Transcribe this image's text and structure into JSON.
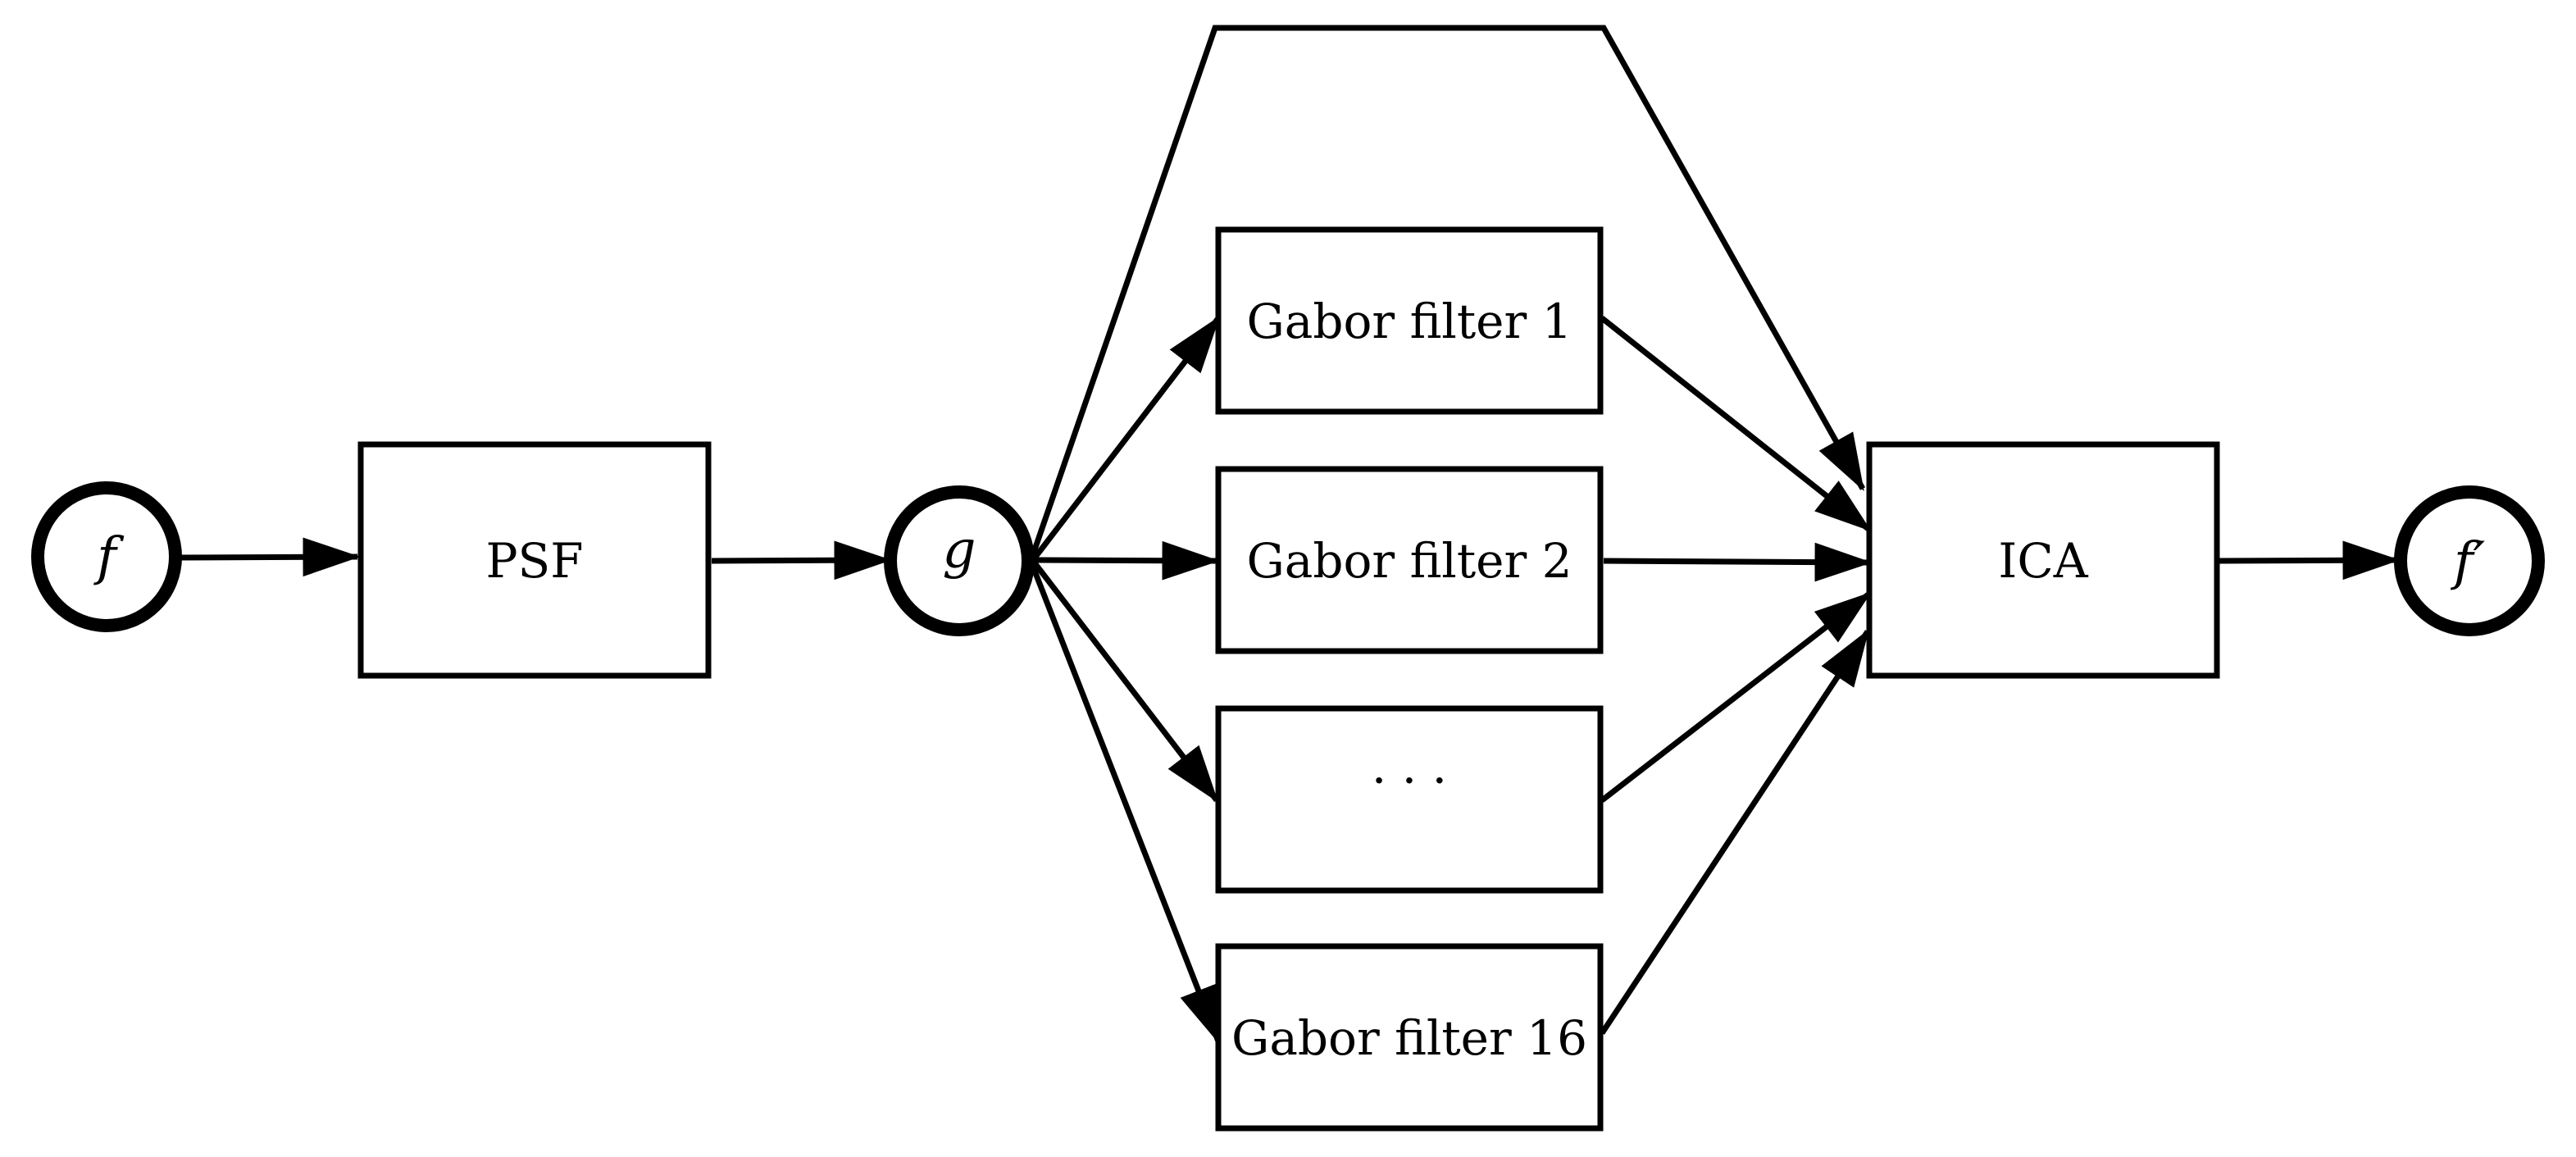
{
  "nodes": {
    "input": "f",
    "blurred": "g",
    "output": "f′"
  },
  "blocks": {
    "psf": "PSF",
    "ica": "ICA",
    "gabor_1": "Gabor filter 1",
    "gabor_2": "Gabor filter 2",
    "gabor_ellipsis": "· · ·",
    "gabor_16": "Gabor filter 16"
  },
  "colors": {
    "stroke": "#000000",
    "background": "#ffffff"
  }
}
